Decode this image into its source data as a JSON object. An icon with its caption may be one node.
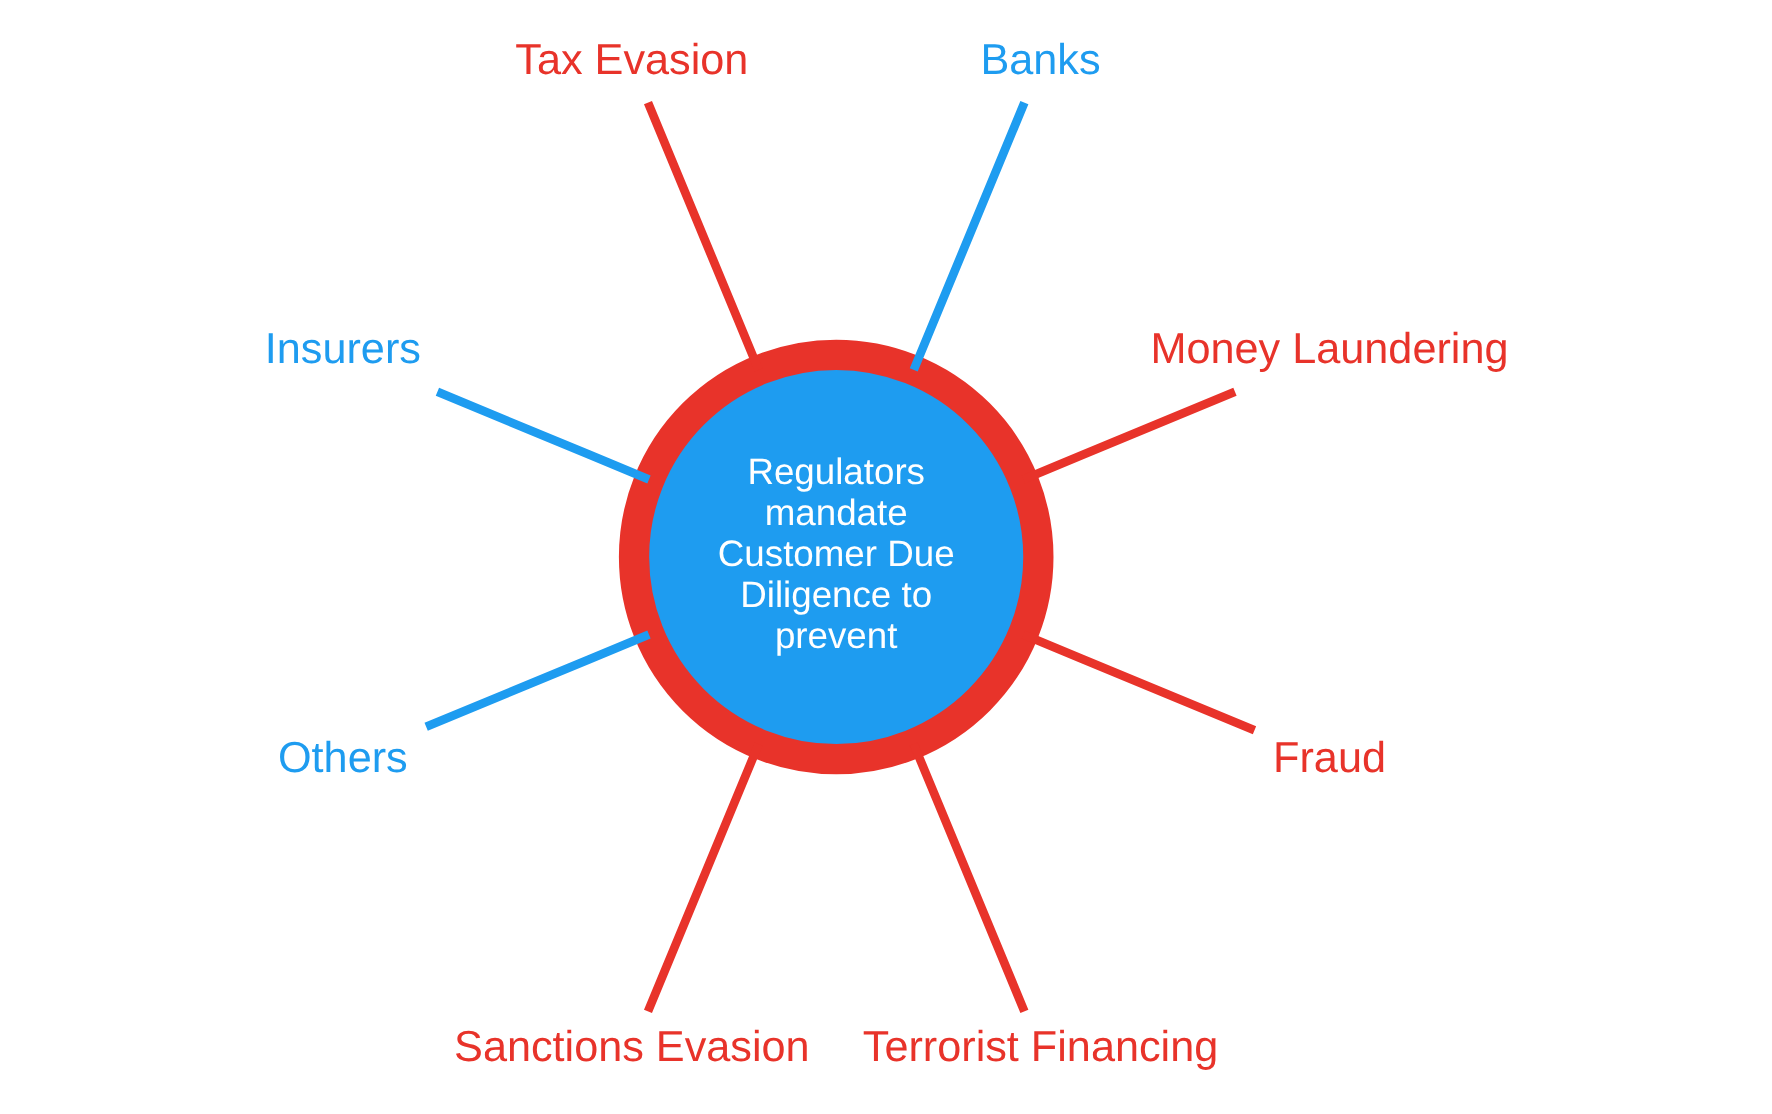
{
  "diagram": {
    "nodes": [
      {
        "text": [
          "Money Laundering"
        ]
      },
      {
        "text": [
          "Banks"
        ]
      },
      {
        "text": [
          "Tax Evasion"
        ]
      },
      {
        "text": [
          "Regulators mandate Customer Due Diligence to prevent"
        ]
      },
      {
        "text": [
          "Insurers"
        ]
      },
      {
        "text": [
          "Others"
        ]
      },
      {
        "text": [
          "Sanctions Evasion"
        ]
      },
      {
        "text": [
          "Terrorist Financing"
        ]
      },
      {
        "text": [
          "Fraud"
        ]
      }
    ],
    "edges": [
      {
        "from": 3,
        "to": 1,
        "arrow": "none",
        "color": "#1e9cf0"
      },
      {
        "from": 3,
        "to": 2,
        "arrow": "none"
      },
      {
        "from": 3,
        "to": 5,
        "arrow": "none",
        "color": "#1e9cf0"
      },
      {
        "from": 3,
        "to": 7,
        "arrow": "none"
      },
      {
        "from": 3,
        "to": 8,
        "arrow": "none"
      },
      {
        "from": 3,
        "to": 6,
        "arrow": "none"
      },
      {
        "from": 3,
        "to": 4,
        "arrow": "none",
        "color": "#1e9cf0"
      },
      {
        "from": 3,
        "to": 0,
        "arrow": "none"
      }
    ]
  }
}
